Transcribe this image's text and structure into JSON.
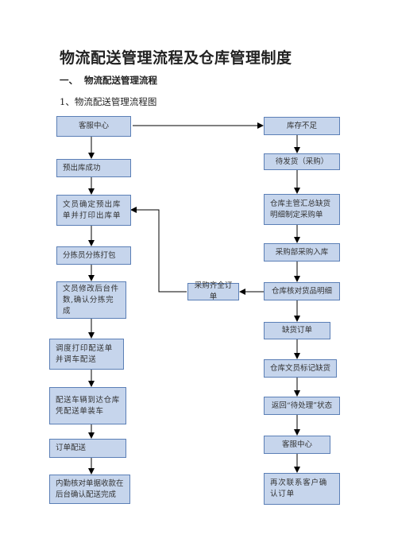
{
  "title": "物流配送管理流程及仓库管理制度",
  "section1": "一、  物流配送管理流程",
  "subsection": "1、物流配送管理流程图",
  "flowchart": {
    "left": [
      "客服中心",
      "预出库成功",
      "文员确定预出库单并打印出库单",
      "分拣员分拣打包",
      "文员修改后台件数,确认分拣完成",
      "调度打印配送单并调车配送",
      "配送车辆到达仓库凭配送单装车",
      "订单配送",
      "内勤核对单据收款在后台确认配送完成"
    ],
    "right": [
      "库存不足",
      "待发货（采购）",
      "仓库主管汇总缺货明细制定采购单",
      "采购部采购入库",
      "仓库核对货品明细",
      "缺货订单",
      "仓库文员标记缺货",
      "返回“待处理”状态",
      "客服中心",
      "再次联系客户确认订单"
    ],
    "middle": "采购齐全订单"
  }
}
